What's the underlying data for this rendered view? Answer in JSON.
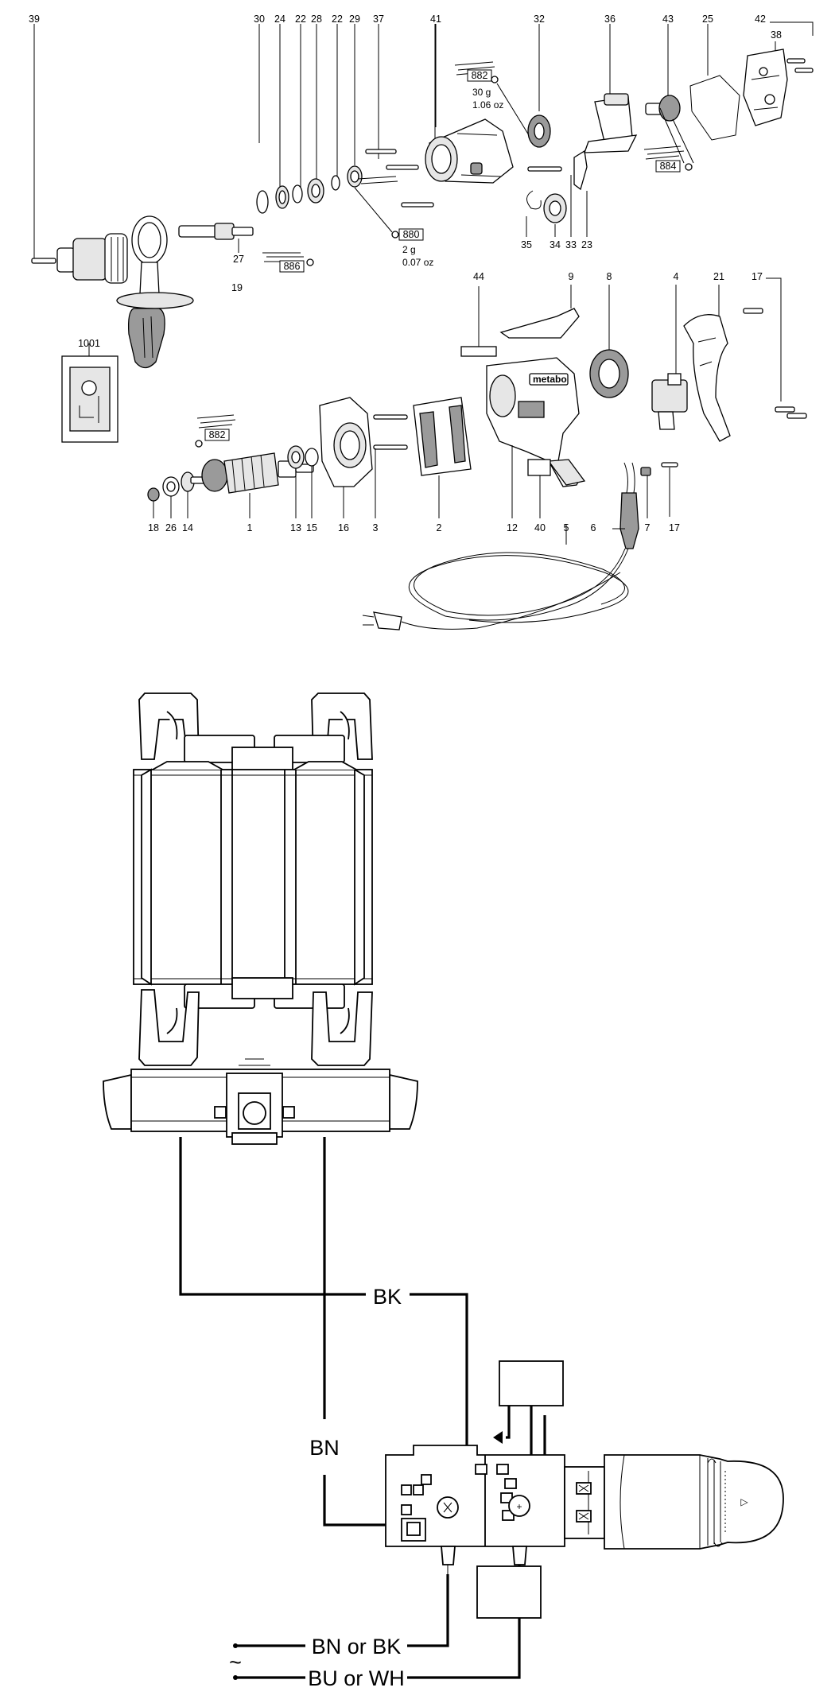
{
  "exploded_view": {
    "part_numbers": {
      "p39": "39",
      "p30": "30",
      "p24": "24",
      "p22a": "22",
      "p28": "28",
      "p22b": "22",
      "p29": "29",
      "p37": "37",
      "p41": "41",
      "p32": "32",
      "p36": "36",
      "p43": "43",
      "p25": "25",
      "p42": "42",
      "p38": "38",
      "p27": "27",
      "p19": "19",
      "p35": "35",
      "p34": "34",
      "p33": "33",
      "p23": "23",
      "p44": "44",
      "p9": "9",
      "p8": "8",
      "p4": "4",
      "p21": "21",
      "p17a": "17",
      "p1001": "1001",
      "p18": "18",
      "p26": "26",
      "p14": "14",
      "p1": "1",
      "p13": "13",
      "p15": "15",
      "p16": "16",
      "p3": "3",
      "p2": "2",
      "p12": "12",
      "p40": "40",
      "p5": "5",
      "p6": "6",
      "p7": "7",
      "p17b": "17"
    },
    "lubricant_tags": {
      "t882_top": "882",
      "t880": "880",
      "t886": "886",
      "t884": "884",
      "t882_bottom": "882"
    },
    "quantity_notes": {
      "top_grams": "30 g",
      "top_ounces": "1.06 oz",
      "mid_grams": "2 g",
      "mid_ounces": "0.07 oz"
    },
    "brand_mark": "metabo"
  },
  "wiring_diagram": {
    "wire_black": "BK",
    "wire_brown": "BN",
    "mains_line_1": "BN or BK",
    "mains_line_2": "BU or WH",
    "ac_symbol": "~",
    "switch_plus": "+",
    "switch_arrow": "▷"
  }
}
